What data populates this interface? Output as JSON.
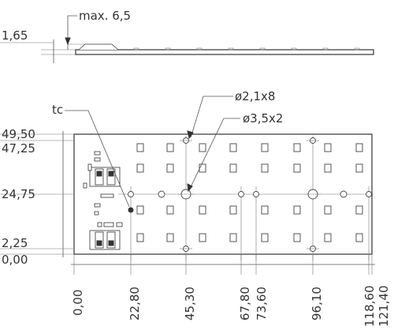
{
  "side_view": {
    "max_height_label": "max. 6,5",
    "board_thickness_label": "1,65"
  },
  "callouts": {
    "tc_label": "tc",
    "small_hole_label": "ø2,1x8",
    "large_hole_label": "ø3,5x2"
  },
  "y_dimensions": [
    "49,50",
    "47,25",
    "24,75",
    "2,25",
    "0,00"
  ],
  "x_dimensions": [
    "0,00",
    "22,80",
    "45,30",
    "67,80",
    "73,60",
    "96,10",
    "118,60",
    "121,40"
  ]
}
